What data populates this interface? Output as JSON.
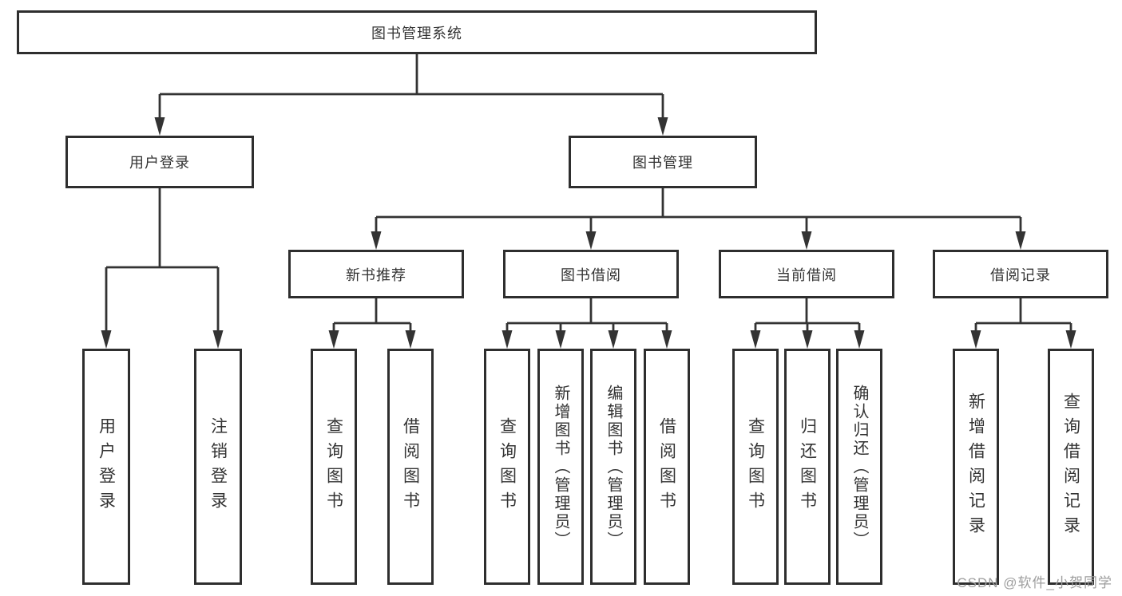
{
  "diagram": {
    "nodes": [
      {
        "label": "图书管理系统",
        "level": 1,
        "parent": null
      },
      {
        "label": "用户登录",
        "level": 2,
        "parent": 0
      },
      {
        "label": "图书管理",
        "level": 2,
        "parent": 0
      },
      {
        "label": "新书推荐",
        "level": 3,
        "parent": 2
      },
      {
        "label": "图书借阅",
        "level": 3,
        "parent": 2
      },
      {
        "label": "当前借阅",
        "level": 3,
        "parent": 2
      },
      {
        "label": "借阅记录",
        "level": 3,
        "parent": 2
      },
      {
        "label": "用户登录",
        "level": 4,
        "parent": 1
      },
      {
        "label": "注销登录",
        "level": 4,
        "parent": 1
      },
      {
        "label": "查询图书",
        "level": 4,
        "parent": 3
      },
      {
        "label": "借阅图书",
        "level": 4,
        "parent": 3
      },
      {
        "label": "查询图书",
        "level": 4,
        "parent": 4
      },
      {
        "label": "新增图书（管理员）",
        "level": 4,
        "parent": 4
      },
      {
        "label": "编辑图书（管理员）",
        "level": 4,
        "parent": 4
      },
      {
        "label": "借阅图书",
        "level": 4,
        "parent": 4
      },
      {
        "label": "查询图书",
        "level": 4,
        "parent": 5
      },
      {
        "label": "归还图书",
        "level": 4,
        "parent": 5
      },
      {
        "label": "确认归还（管理员）",
        "level": 4,
        "parent": 5
      },
      {
        "label": "新增借阅记录",
        "level": 4,
        "parent": 6
      },
      {
        "label": "查询借阅记录",
        "level": 4,
        "parent": 6
      }
    ],
    "watermark": "CSDN @软件_小贺同学",
    "colors": {
      "line": "#333333",
      "box_border": "#2e2e2e",
      "text": "#333333",
      "watermark": "#9e9e9e",
      "background": "#ffffff"
    }
  }
}
